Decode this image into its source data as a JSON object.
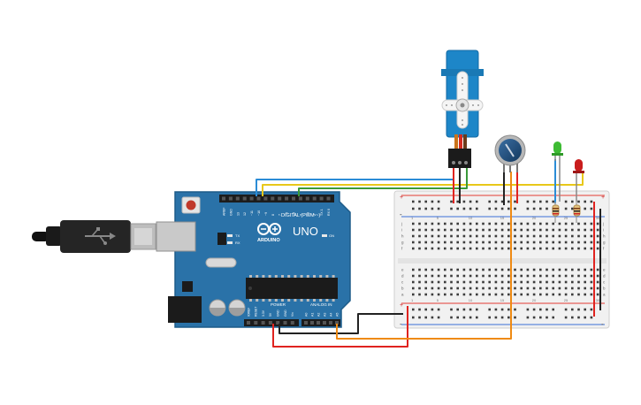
{
  "arduino": {
    "logo_text": "ARDUINO",
    "model": "UNO",
    "digital_label": "DIGITAL (PWM ~)",
    "power_label": "POWER",
    "analog_label": "ANALOG IN",
    "on_label": "ON",
    "tx_label": "TX",
    "rx_label": "RX",
    "digital_pins": [
      "AREF",
      "GND",
      "13",
      "12",
      "~11",
      "~10",
      "~9",
      "8",
      "7",
      "~6",
      "~5",
      "4",
      "~3",
      "2",
      "TX 1",
      "RX 0"
    ],
    "power_pins": [
      "IOREF",
      "RESET",
      "3.3V",
      "5V",
      "GND",
      "GND",
      "Vin"
    ],
    "analog_pins": [
      "A0",
      "A1",
      "A2",
      "A3",
      "A4",
      "A5"
    ]
  },
  "breadboard": {
    "row_letters_top": [
      "j",
      "i",
      "h",
      "g",
      "f"
    ],
    "row_letters_bottom": [
      "e",
      "d",
      "c",
      "b",
      "a"
    ],
    "column_numbers": [
      "1",
      "",
      "",
      "",
      "5",
      "",
      "",
      "",
      "",
      "10",
      "",
      "",
      "",
      "",
      "15",
      "",
      "",
      "",
      "",
      "20",
      "",
      "",
      "",
      "",
      "25",
      "",
      "",
      "",
      "",
      "30"
    ],
    "plus": "+",
    "minus": "-"
  },
  "colors": {
    "board": "#2a72a8",
    "board_edge": "#1d5b89",
    "wire_blue": "#2b8cd6",
    "wire_yellow": "#e8c81a",
    "wire_green": "#3a9a3a",
    "wire_red": "#e0231f",
    "wire_black": "#222222",
    "wire_orange": "#ef8a13",
    "servo": "#1d86c8",
    "led_green": "#3dbb33",
    "led_red": "#c91d1d"
  }
}
